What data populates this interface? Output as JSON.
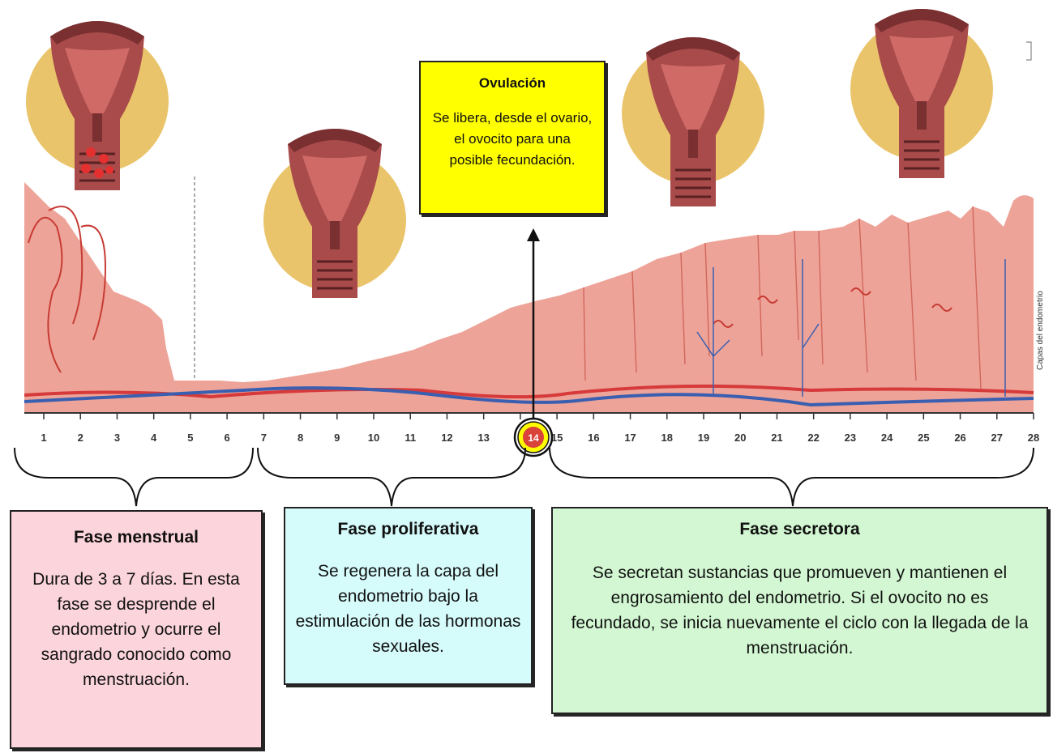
{
  "ovulation": {
    "title": "Ovulación",
    "text": "Se libera, desde el ovario, el ovocito para una posible fecundación.",
    "day_marker": "14"
  },
  "phases": {
    "menstrual": {
      "title": "Fase menstrual",
      "text": "Dura de 3 a 7 días. En esta fase se desprende el endometrio y ocurre el sangrado conocido como menstruación.",
      "color": "#fbd4dc"
    },
    "proliferative": {
      "title": "Fase proliferativa",
      "text": "Se regenera la capa del endometrio bajo la estimulación de las hormonas sexuales.",
      "color": "#d6fbfb"
    },
    "secretory": {
      "title": "Fase secretora",
      "text": "Se secretan sustancias que promueven y mantienen el engrosamiento del endometrio. Si el ovocito no es fecundado, se inicia nuevamente el ciclo con la llegada de la menstruación.",
      "color": "#d2f7d2"
    }
  },
  "days": [
    "1",
    "2",
    "3",
    "4",
    "5",
    "6",
    "7",
    "8",
    "9",
    "10",
    "11",
    "12",
    "13",
    "14",
    "15",
    "16",
    "17",
    "18",
    "19",
    "20",
    "21",
    "22",
    "23",
    "24",
    "25",
    "26",
    "27",
    "28"
  ],
  "endometrium_label": "Capas del endometrio",
  "colors": {
    "tissue": "#eea398",
    "uterus": "#b0514f",
    "halo": "#e9c46a",
    "vessel_red": "#d63a3a",
    "vessel_blue": "#3a5fb0",
    "ovulation_box": "#ffff00",
    "day14_marker": "#d9433a"
  }
}
